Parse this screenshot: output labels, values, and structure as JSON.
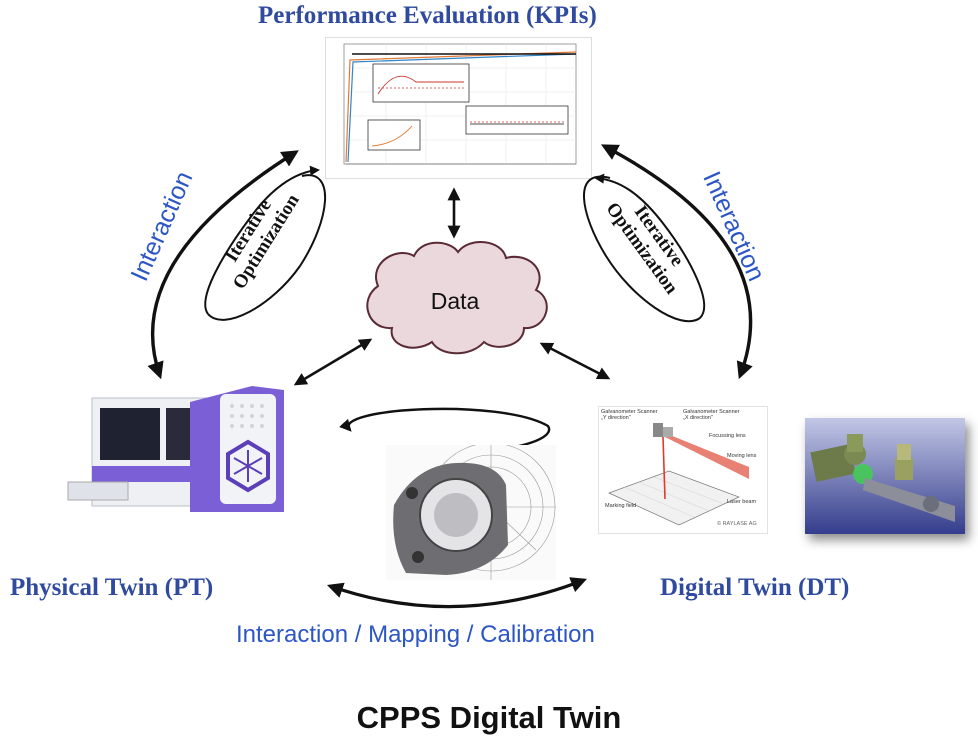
{
  "titles": {
    "top": "Performance Evaluation (KPIs)",
    "left": "Physical Twin (PT)",
    "right": "Digital Twin (DT)",
    "bottom": "CPPS Digital Twin"
  },
  "labels": {
    "left_interaction": "Interaction",
    "right_interaction": "Interaction",
    "left_iterative_line1": "Iterative",
    "left_iterative_line2": "Optimization",
    "right_iterative_line1": "Iterative",
    "right_iterative_line2": "Optimization",
    "data_cloud": "Data",
    "bottom_interaction": "Interaction / Mapping / Calibration"
  },
  "dt_schematic_labels": {
    "scanner_y": "Galvanometer Scanner\n„Y direction\"",
    "scanner_x": "Galvanometer Scanner\n„X direction\"",
    "focusing_lens": "Focussing lens",
    "moving_lens": "Moving lens",
    "laser_beam": "Laser beam",
    "marking_field": "Marking field",
    "copyright": "© RAYLASE AG"
  },
  "colors": {
    "title_blue": "#2f4a9e",
    "interaction_blue": "#2b56c4",
    "cloud_fill": "#ead8dc",
    "cloud_stroke": "#5a2a35",
    "arrow": "#111111",
    "machine_purple": "#7a5fd6"
  }
}
